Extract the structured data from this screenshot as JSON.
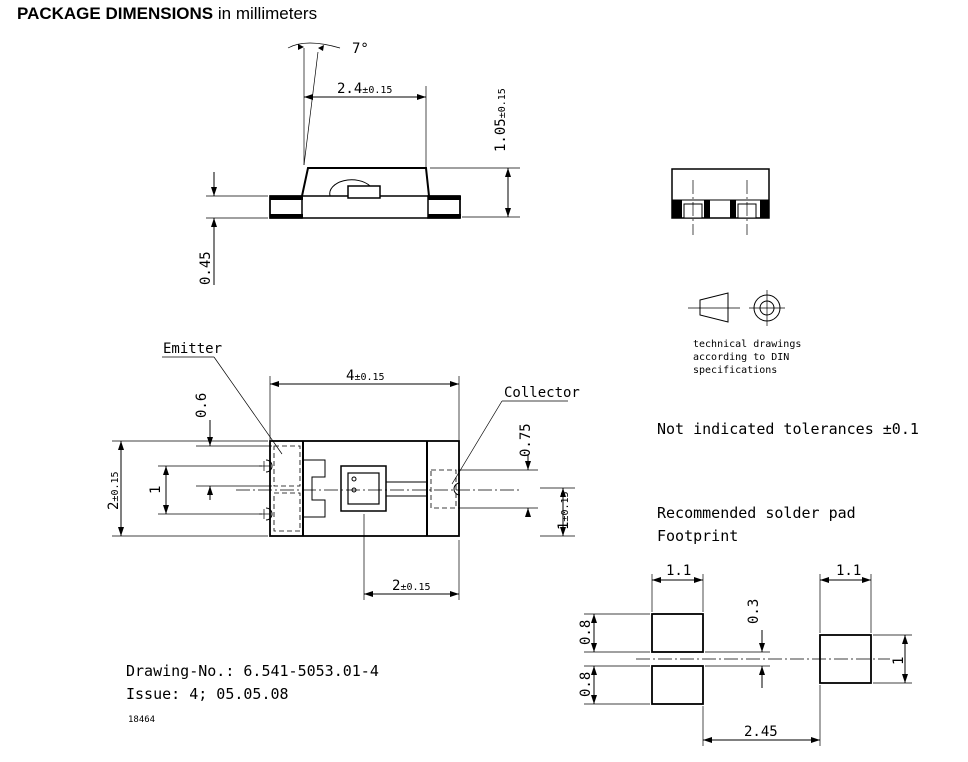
{
  "header": {
    "title_bold": "PACKAGE DIMENSIONS",
    "title_rest": "in millimeters"
  },
  "side_view": {
    "angle": "7°",
    "width": "2.4",
    "width_tol": "±0.15",
    "height": "1.05",
    "height_tol": "±0.15",
    "base": "0.45"
  },
  "top_view": {
    "emitter_label": "Emitter",
    "collector_label": "Collector",
    "length": "4",
    "length_tol": "±0.15",
    "width": "2",
    "width_tol": "±0.15",
    "pitch": "1",
    "lead_a": "0.6",
    "lead_b": "0.75",
    "center_width": "1",
    "center_width_tol": "±0.15",
    "pad_distance": "2",
    "pad_distance_tol": "±0.15"
  },
  "din_note": {
    "line1": "technical drawings",
    "line2": "according to DIN",
    "line3": "specifications"
  },
  "tolerance_note": "Not indicated tolerances ±0.1",
  "footprint": {
    "title_line1": "Recommended solder pad",
    "title_line2": "Footprint",
    "pad_width_left": "1.1",
    "pad_width_right": "1.1",
    "pad_height_top": "0.8",
    "pad_height_bottom": "0.8",
    "gap": "0.3",
    "right_pad_height": "1",
    "spacing": "2.45"
  },
  "drawing_info": {
    "drawing_no": "Drawing-No.: 6.541-5053.01-4",
    "issue": "Issue: 4;   05.05.08",
    "ref": "18464"
  }
}
